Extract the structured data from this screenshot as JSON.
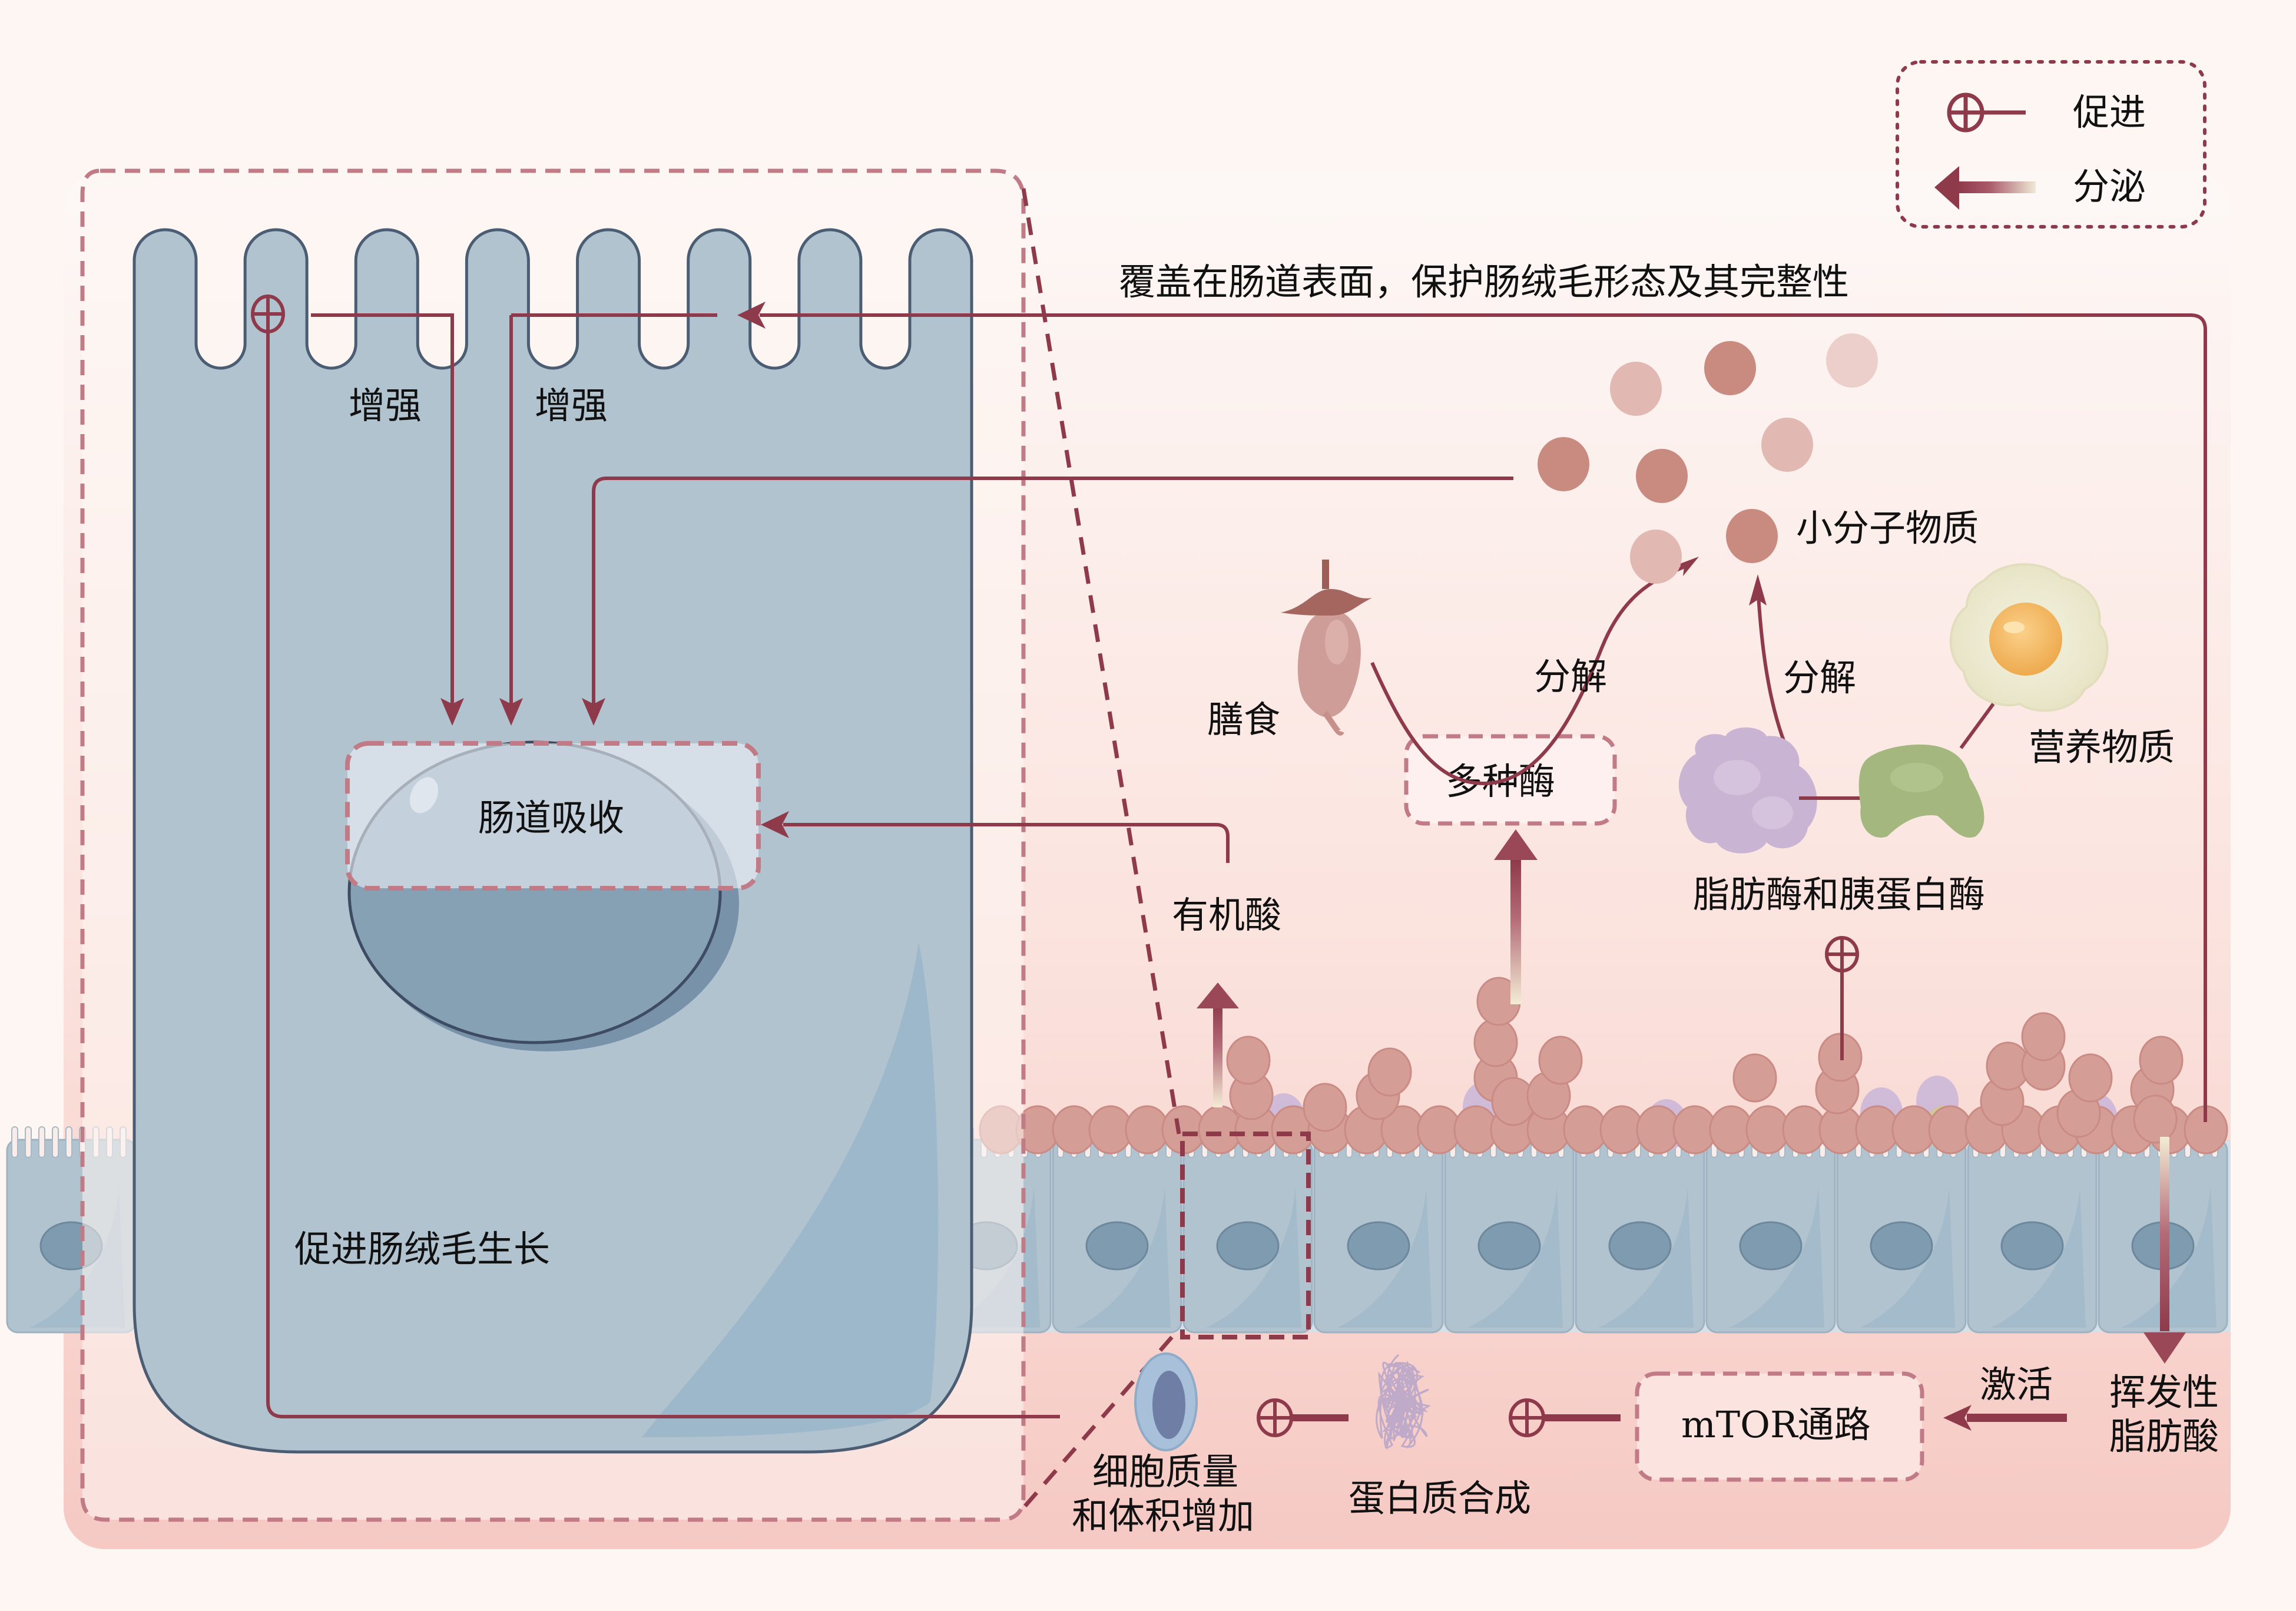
{
  "legend": {
    "promote_label": "促进",
    "secrete_label": "分泌"
  },
  "colors": {
    "arrow": "#8e3a4b",
    "dashed_box": "#c07b86",
    "cell_fill": "#b1c3cf",
    "cell_stroke": "#4a5d73",
    "nucleus": "#7f9bb0",
    "bacteria": "#d49d95",
    "bacteria_purple": "#cdb8d8",
    "bacteria_yellow": "#d3c893",
    "background_panel": "#f9d9d4"
  },
  "labels": {
    "top_arrow": "覆盖在肠道表面，保护肠绒毛形态及其完整性",
    "enhance_1": "增强",
    "enhance_2": "增强",
    "intestinal_absorption": "肠道吸收",
    "promote_villus_growth": "促进肠绒毛生长",
    "small_molecules": "小分子物质",
    "dietary": "膳食",
    "decompose_1": "分解",
    "decompose_2": "分解",
    "multiple_enzymes": "多种酶",
    "nutrients": "营养物质",
    "lipase_trypsin": "脂肪酶和胰蛋白酶",
    "organic_acids": "有机酸",
    "activate": "激活",
    "volatile_fatty_acids_1": "挥发性",
    "volatile_fatty_acids_2": "脂肪酸",
    "mtor_pathway": "mTOR通路",
    "protein_synthesis": "蛋白质合成",
    "cell_mass_1": "细胞质量",
    "cell_mass_2": "和体积增加"
  }
}
